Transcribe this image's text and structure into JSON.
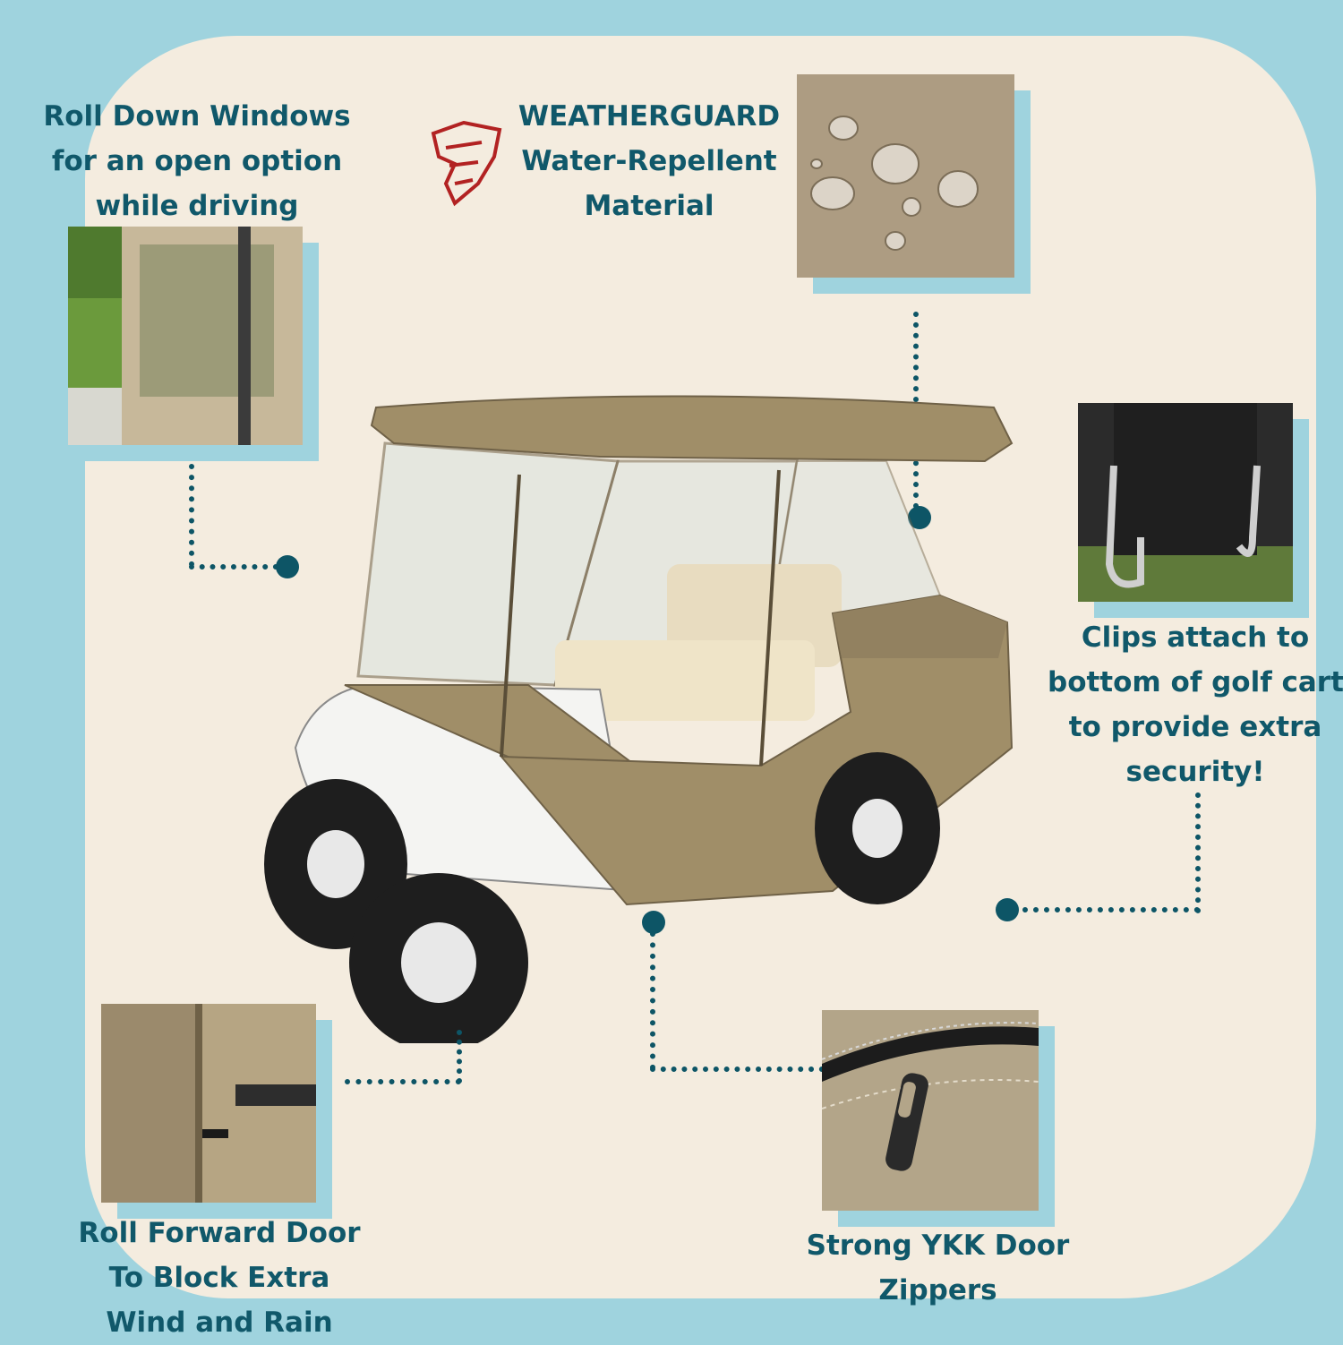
{
  "callouts": {
    "windows": [
      "Roll Down Windows",
      "for an open option",
      "while driving"
    ],
    "weatherguard": [
      "WEATHERGUARD",
      "Water-Repellent",
      "Material"
    ],
    "clips": [
      "Clips attach to",
      "bottom of golf cart",
      "to provide extra",
      "security!"
    ],
    "door": [
      "Roll Forward Door",
      "To Block Extra",
      "Wind and Rain"
    ],
    "zippers": [
      "Strong YKK Door",
      "Zippers"
    ]
  },
  "colors": {
    "background": "#9fd3de",
    "panel": "#f4ecdf",
    "text": "#10586a",
    "accent_logo": "#b22222",
    "cover": "#a08e68"
  },
  "icons": [
    "shield-logo-icon"
  ]
}
